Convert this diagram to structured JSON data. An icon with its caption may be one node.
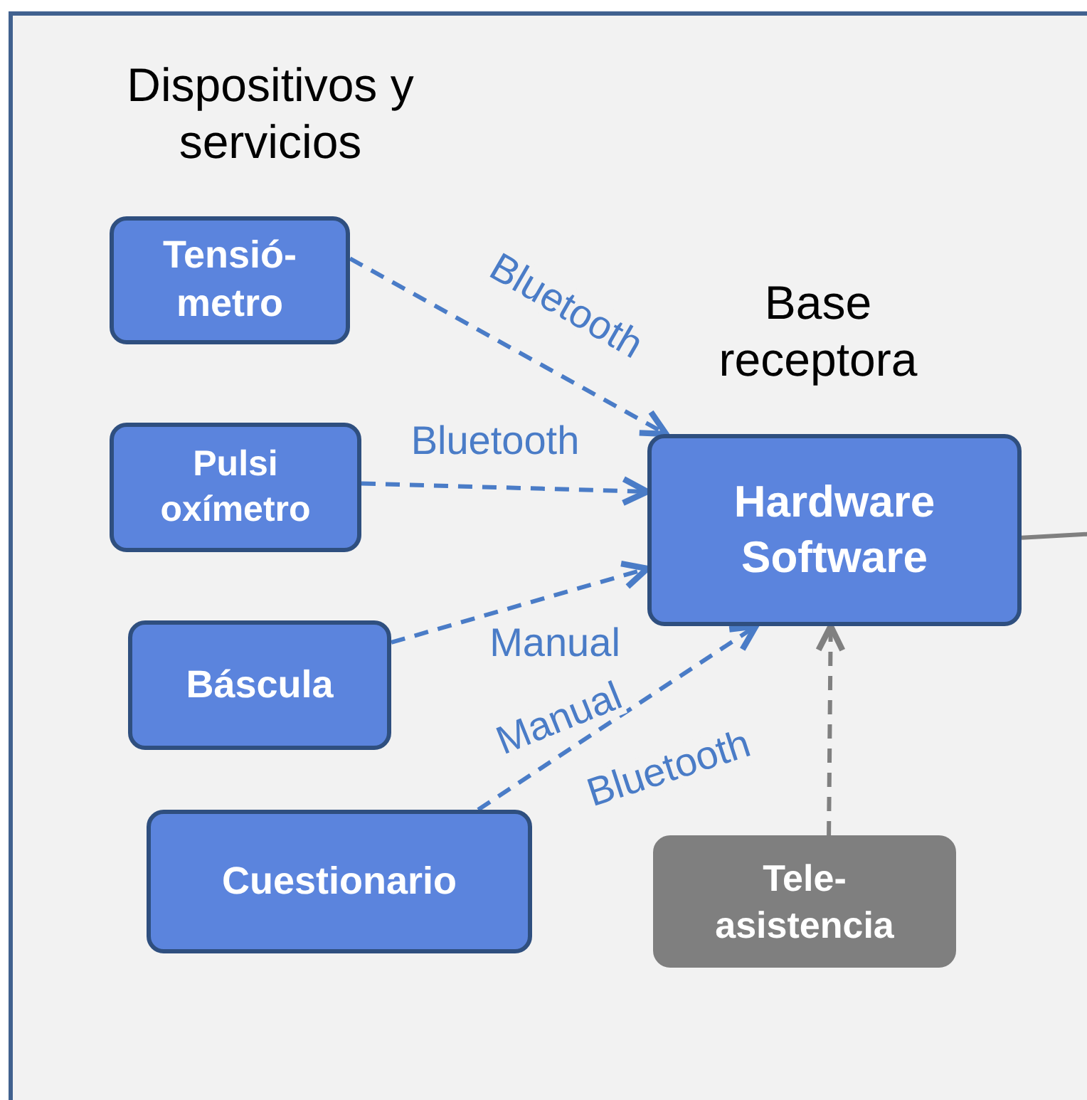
{
  "diagram": {
    "title": "Dispositivos y servicios",
    "nodes": [
      {
        "text": [
          "Tensió- metro"
        ]
      },
      {
        "text": [
          "Pulsi oxímetro"
        ]
      },
      {
        "text": [
          "Báscula"
        ]
      },
      {
        "text": [
          "Cuestionario"
        ]
      },
      {
        "text": [
          "Base receptora",
          "Hardware Software"
        ]
      },
      {
        "text": [
          "Tele- asistencia"
        ]
      }
    ],
    "edges": [
      {
        "from": 0,
        "to": 4,
        "arrow": "to",
        "label": "Bluetooth",
        "style": "dashed"
      },
      {
        "from": 1,
        "to": 4,
        "arrow": "to",
        "label": "Bluetooth",
        "style": "dashed"
      },
      {
        "from": 2,
        "to": 4,
        "arrow": "to",
        "label": "Manual",
        "style": "dashed"
      },
      {
        "from": 3,
        "to": 4,
        "arrow": "to",
        "label": "Manual",
        "style": "dashed"
      },
      {
        "from": 5,
        "to": 4,
        "arrow": "to",
        "style": "dashed",
        "color": "#808080"
      },
      {
        "from": 4,
        "to": null,
        "arrow": "none",
        "color": "#808080"
      }
    ],
    "labels": [
      "Bluetooth"
    ]
  }
}
